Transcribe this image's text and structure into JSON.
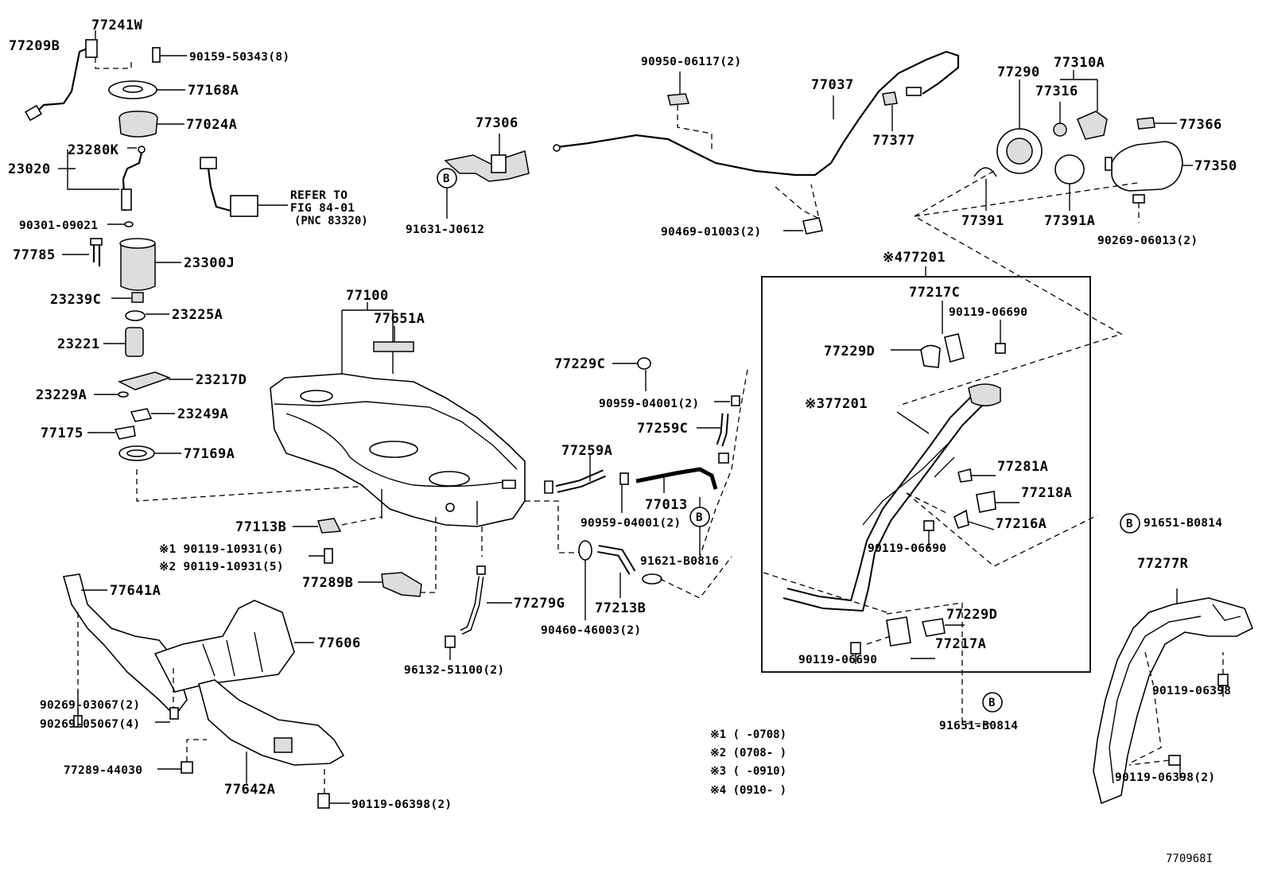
{
  "labels": {
    "p77209B": "77209B",
    "p77241W": "77241W",
    "p90159": "90159-50343(8)",
    "p77168A": "77168A",
    "p77024A": "77024A",
    "p23280K": "23280K",
    "p23020": "23020",
    "p90301": "90301-09021",
    "p77785": "77785",
    "p23300J": "23300J",
    "p23239C": "23239C",
    "p23225A": "23225A",
    "p23221": "23221",
    "p23229A": "23229A",
    "p23217D": "23217D",
    "p23249A": "23249A",
    "p77175": "77175",
    "p77169A": "77169A",
    "p77306": "77306",
    "p91631": "91631-J0612",
    "p90950": "90950-06117(2)",
    "p77037": "77037",
    "p77377": "77377",
    "p90469": "90469-01003(2)",
    "p77290": "77290",
    "p77310A": "77310A",
    "p77316": "77316",
    "p77366": "77366",
    "p77350": "77350",
    "p77391": "77391",
    "p77391A": "77391A",
    "p90269_06013": "90269-06013(2)",
    "p77100": "77100",
    "p77651A": "77651A",
    "p77229C": "77229C",
    "p90959a": "90959-04001(2)",
    "p77259C": "77259C",
    "p77259A": "77259A",
    "p77013": "77013",
    "p90959b": "90959-04001(2)",
    "p91621": "91621-B0816",
    "p77113B": "77113B",
    "p90119_1": "※1 90119-10931(6)",
    "p90119_2": "※2 90119-10931(5)",
    "p77289B": "77289B",
    "p77641A": "77641A",
    "p77606": "77606",
    "p77279G": "77279G",
    "p96132": "96132-51100(2)",
    "p90460": "90460-46003(2)",
    "p77213B": "77213B",
    "p90269_03067": "90269-03067(2)",
    "p90269_05067": "90269-05067(4)",
    "p77289_44030": "77289-44030",
    "p77642A": "77642A",
    "p90119_06398_b": "90119-06398(2)",
    "p77201_4": "※477201",
    "p77217C": "77217C",
    "p90119_06690_a": "90119-06690",
    "p77229D_a": "77229D",
    "p77201_3": "※377201",
    "p77281A": "77281A",
    "p77218A": "77218A",
    "p77216A": "77216A",
    "p90119_06690_b": "90119-06690",
    "p77229D_b": "77229D",
    "p77217A": "77217A",
    "p90119_06690_c": "90119-06690",
    "p91651_a": "91651-B0814",
    "p91651_b": "91651-B0814",
    "p77277R": "77277R",
    "p90119_06398_c": "90119-06398",
    "p90119_06398_d": "90119-06398(2)",
    "refer_line1": "REFER TO",
    "refer_line2": "FIG 84-01",
    "refer_line3": "(PNC 83320)",
    "callout_b": "B"
  },
  "notes": {
    "n1": "※1 (      -0708)",
    "n2": "※2 (0708-      )",
    "n3": "※3 (      -0910)",
    "n4": "※4 (0910-      )"
  },
  "figure_code": "770968I"
}
